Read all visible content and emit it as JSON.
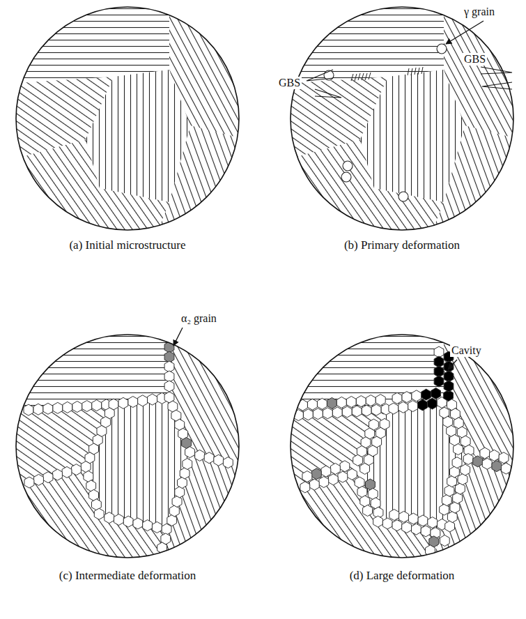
{
  "diagram": {
    "labels": [
      "γ grain",
      "GBS",
      "GBS",
      "(a) Initial microstructure",
      "(b) Primary deformation",
      "α₂ grain",
      "Cavity",
      "(c) Intermediate deformation",
      "(d) Large deformation"
    ]
  }
}
